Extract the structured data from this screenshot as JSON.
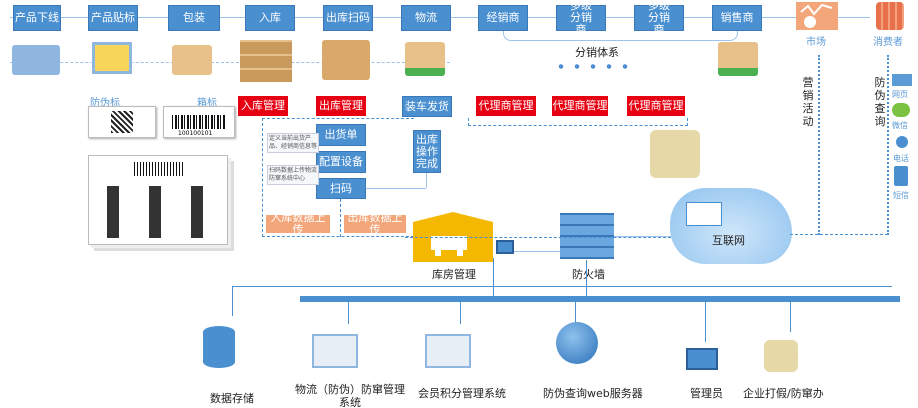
{
  "top_flow": [
    "产品下线",
    "产品贴标",
    "包装",
    "入库",
    "出库扫码",
    "物流",
    "经销商",
    "多级分销商",
    "多级分销商",
    "销售商"
  ],
  "market": "市场",
  "consumer": "消费者",
  "distribution": "分销体系",
  "labels": {
    "anti_fake_label": "防伪标",
    "box_label": "箱标",
    "barcode_num": "100100101"
  },
  "mgmt": {
    "in": "入库管理",
    "out": "出库管理",
    "ship": "装车发货",
    "agent1": "代理商管理",
    "agent2": "代理商管理",
    "agent3": "代理商管理"
  },
  "process": {
    "order": "出货单",
    "config": "配置设备",
    "scan": "扫码",
    "done": "出库操作完成",
    "note1": "定义当前出货产品、经销商信息等",
    "note2": "扫码数据上传物流防窜系统中心"
  },
  "upload": {
    "in": "入库数据上传",
    "out": "出库数据上传"
  },
  "warehouse": "库房管理",
  "firewall": "防火墙",
  "internet": "互联网",
  "marketing": "营销活动",
  "query": "防伪查询",
  "channels": [
    "网页",
    "微信",
    "电话",
    "短信"
  ],
  "bottom": [
    "数据存储",
    "物流（防伪）防窜管理系统",
    "会员积分管理系统",
    "防伪查询web服务器",
    "管理员",
    "企业打假/防窜办"
  ]
}
